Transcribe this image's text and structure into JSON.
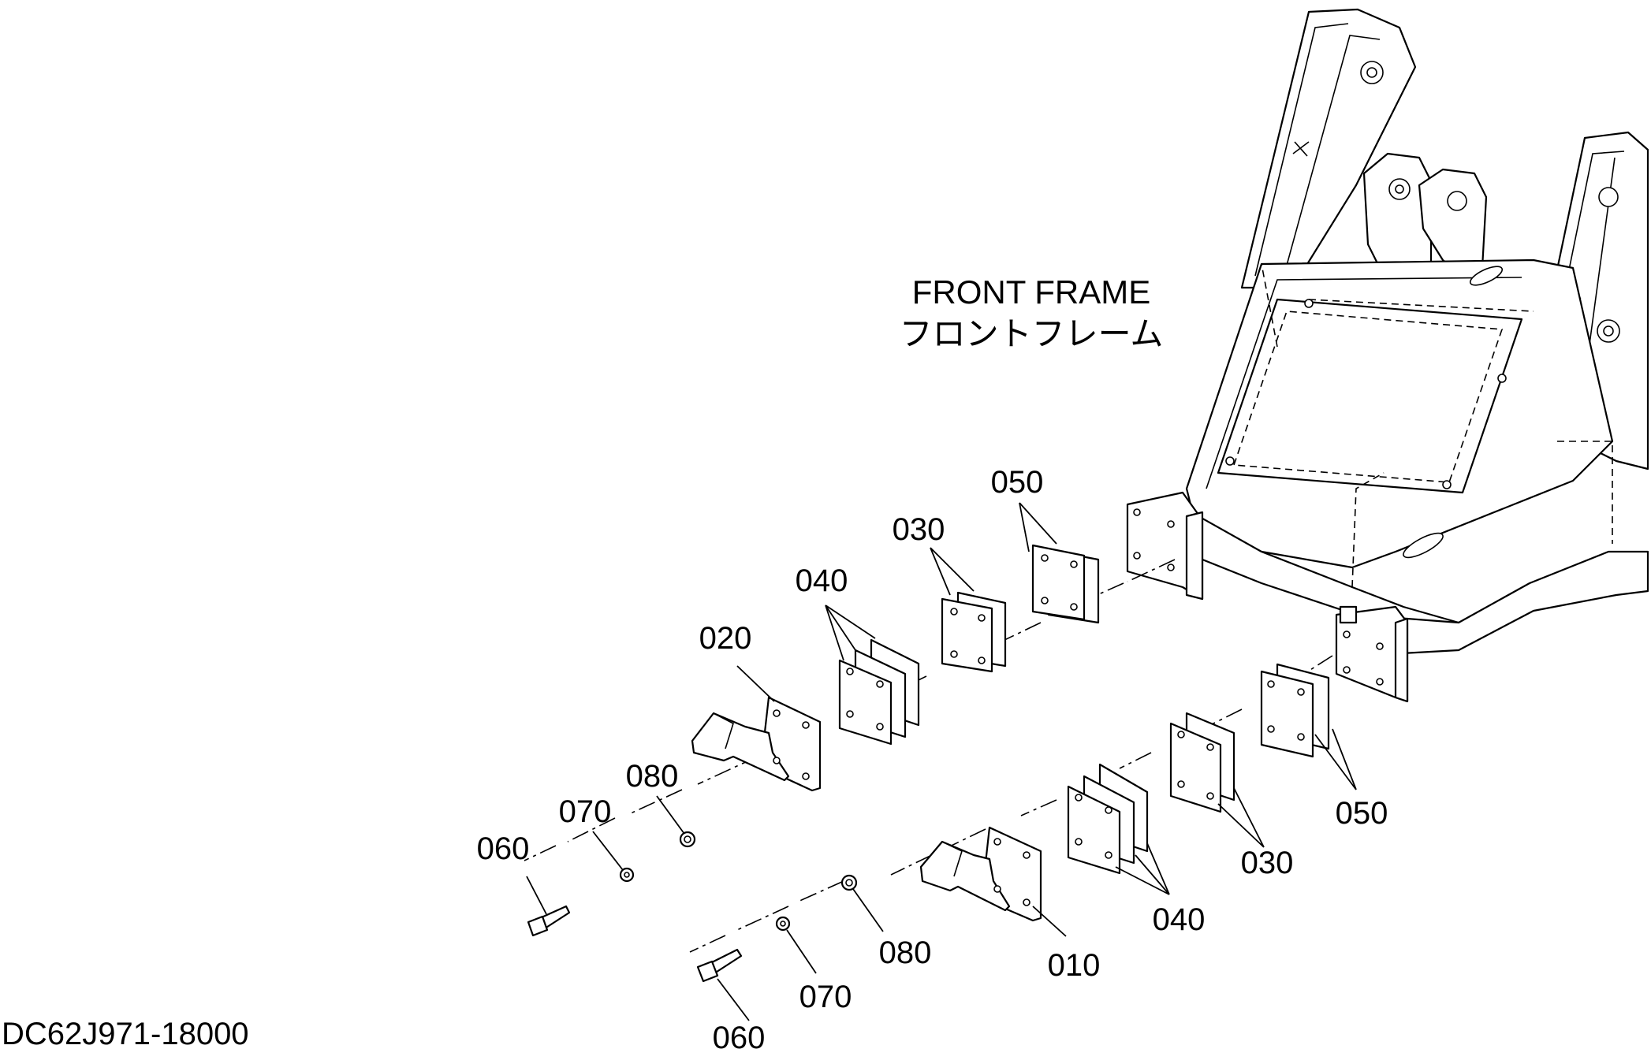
{
  "title": {
    "en": "FRONT FRAME",
    "jp": "フロントフレーム"
  },
  "drawing_number": "DC62J971-18000",
  "callouts": {
    "upper": {
      "p050": "050",
      "p030": "030",
      "p040": "040",
      "p020": "020",
      "p080": "080",
      "p070": "070",
      "p060": "060"
    },
    "lower": {
      "p050": "050",
      "p030": "030",
      "p040": "040",
      "p010": "010",
      "p080": "080",
      "p070": "070",
      "p060": "060"
    }
  }
}
